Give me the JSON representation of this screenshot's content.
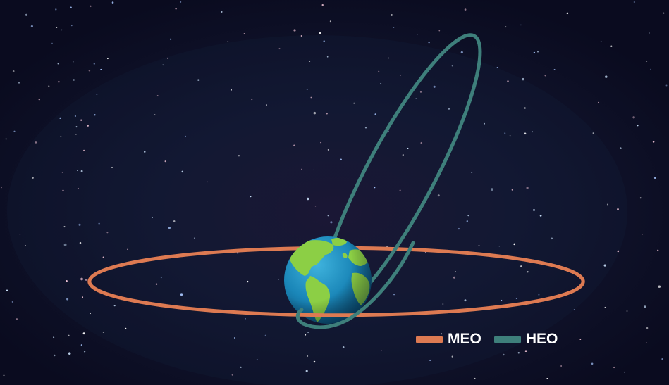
{
  "colors": {
    "background": "#0c0d24",
    "meo": "#dd7a52",
    "heo": "#3e7f7b",
    "ocean": "#1f8fbf",
    "land": "#8ccf45"
  },
  "legend": [
    {
      "label": "MEO",
      "color": "#dd7a52"
    },
    {
      "label": "HEO",
      "color": "#3e7f7b"
    }
  ],
  "diagram": {
    "orbits": [
      {
        "name": "MEO",
        "color": "#dd7a52"
      },
      {
        "name": "HEO",
        "color": "#3e7f7b"
      }
    ],
    "center_body": "earth-globe"
  }
}
